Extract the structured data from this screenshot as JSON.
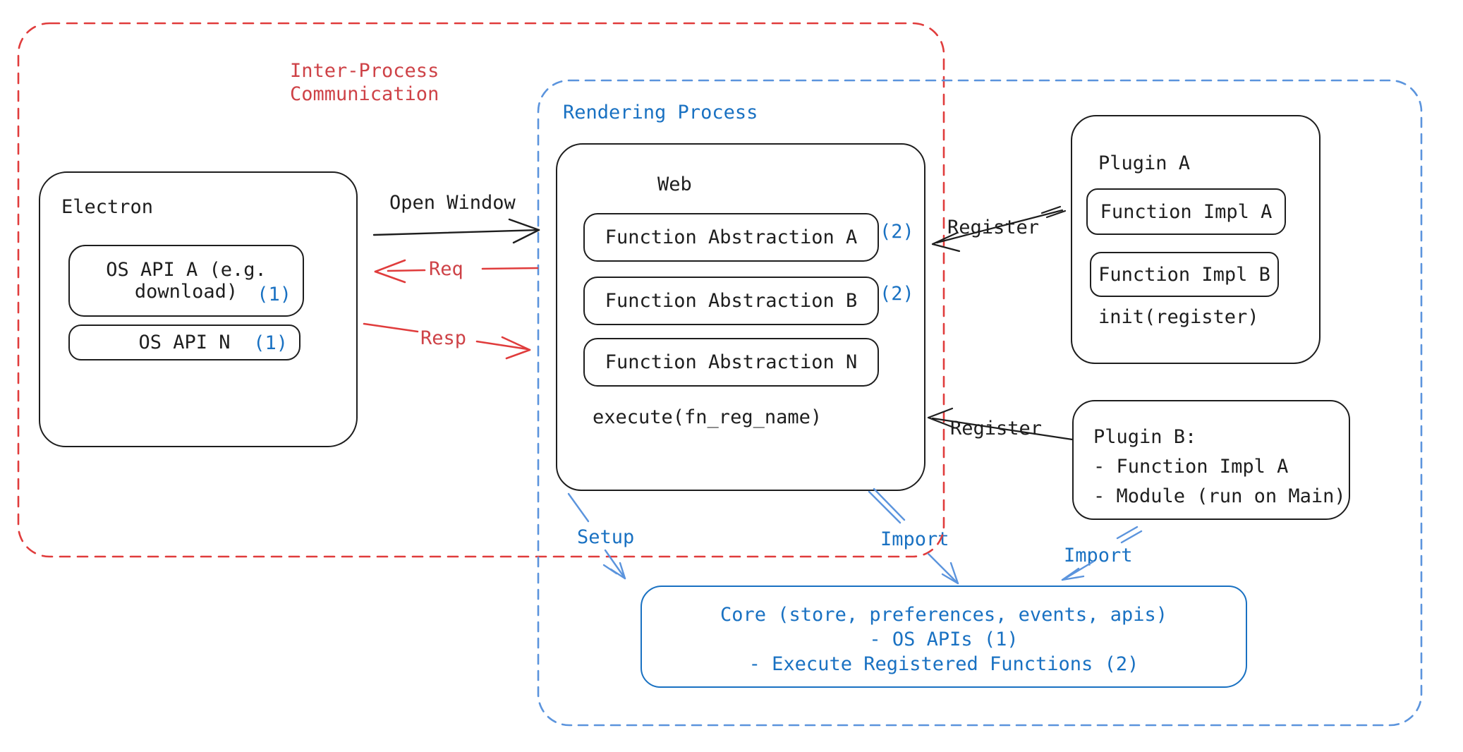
{
  "colors": {
    "stroke_black": "#1e1e1e",
    "red": "#e03c3c",
    "red_text": "#ce4247",
    "blue_dark": "#1971c2",
    "blue_light": "#5b94dd",
    "background": "#ffffff"
  },
  "ipc_boundary": {
    "label_line1": "Inter-Process",
    "label_line2": "Communication"
  },
  "rendering_boundary": {
    "label": "Rendering Process"
  },
  "electron": {
    "title": "Electron",
    "os_api_a": {
      "label": "OS API A (e.g. download)",
      "badge": "(1)"
    },
    "os_api_n": {
      "label": "OS API N",
      "badge": "(1)"
    }
  },
  "connections": {
    "open_window": "Open Window",
    "req": "Req",
    "resp": "Resp",
    "register_plugin_a": "Register",
    "register_plugin_b": "Register",
    "setup": "Setup",
    "import_web": "Import",
    "import_plugin_b": "Import"
  },
  "web": {
    "title": "Web",
    "abstraction_a": {
      "label": "Function Abstraction A",
      "badge": "(2)"
    },
    "abstraction_b": {
      "label": "Function Abstraction B",
      "badge": "(2)"
    },
    "abstraction_n": {
      "label": "Function Abstraction N"
    },
    "execute": "execute(fn_reg_name)"
  },
  "plugin_a": {
    "title": "Plugin A",
    "impl_a": "Function Impl A",
    "impl_b": "Function Impl B",
    "init": "init(register)"
  },
  "plugin_b": {
    "line1": "Plugin B:",
    "line2": "- Function Impl A",
    "line3": "- Module (run on Main)"
  },
  "core": {
    "line1": "Core (store, preferences, events, apis)",
    "line2": "- OS APIs (1)",
    "line3": "- Execute Registered Functions (2)"
  }
}
